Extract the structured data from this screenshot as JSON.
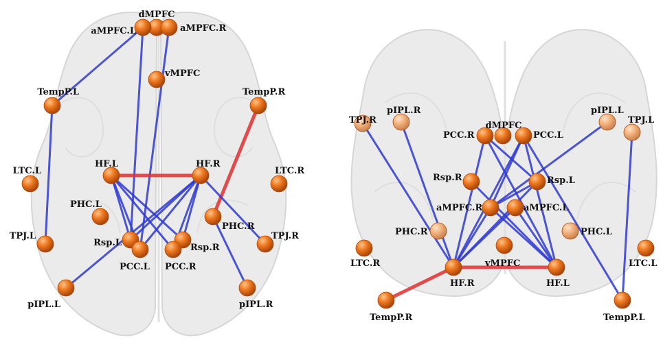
{
  "colors": {
    "node": "#e8741c",
    "node_dark": "#b24a08",
    "node_light": "#ffb56b",
    "edge_negative": "#2f3ad0",
    "edge_positive": "#e03030",
    "brain_fill": "#d9d9d9",
    "brain_stroke": "#b8b8b8"
  },
  "panels": [
    {
      "id": "axial",
      "nodes": [
        {
          "id": "dMPFC",
          "label": "dMPFC"
        },
        {
          "id": "aMPFC.L",
          "label": "aMPFC.L"
        },
        {
          "id": "aMPFC.R",
          "label": "aMPFC.R"
        },
        {
          "id": "vMPFC",
          "label": "vMPFC"
        },
        {
          "id": "TempP.L",
          "label": "TempP.L"
        },
        {
          "id": "TempP.R",
          "label": "TempP.R"
        },
        {
          "id": "HF.L",
          "label": "HF.L"
        },
        {
          "id": "HF.R",
          "label": "HF.R"
        },
        {
          "id": "LTC.L",
          "label": "LTC.L"
        },
        {
          "id": "LTC.R",
          "label": "LTC.R"
        },
        {
          "id": "PHC.L",
          "label": "PHC.L"
        },
        {
          "id": "PHC.R",
          "label": "PHC.R"
        },
        {
          "id": "TPJ.L",
          "label": "TPJ.L"
        },
        {
          "id": "TPJ.R",
          "label": "TPJ.R"
        },
        {
          "id": "Rsp.L",
          "label": "Rsp.L"
        },
        {
          "id": "Rsp.R",
          "label": "Rsp.R"
        },
        {
          "id": "PCC.L",
          "label": "PCC.L"
        },
        {
          "id": "PCC.R",
          "label": "PCC.R"
        },
        {
          "id": "pIPL.L",
          "label": "pIPL.L"
        },
        {
          "id": "pIPL.R",
          "label": "pIPL.R"
        }
      ],
      "edges": [
        {
          "from": "aMPFC.L",
          "to": "TempP.L",
          "sign": "negative"
        },
        {
          "from": "aMPFC.L",
          "to": "Rsp.L",
          "sign": "negative"
        },
        {
          "from": "aMPFC.R",
          "to": "PCC.L",
          "sign": "negative"
        },
        {
          "from": "TempP.L",
          "to": "TPJ.L",
          "sign": "negative"
        },
        {
          "from": "TempP.R",
          "to": "PHC.R",
          "sign": "positive"
        },
        {
          "from": "HF.L",
          "to": "HF.R",
          "sign": "positive"
        },
        {
          "from": "HF.L",
          "to": "Rsp.L",
          "sign": "negative"
        },
        {
          "from": "HF.L",
          "to": "PCC.L",
          "sign": "negative"
        },
        {
          "from": "HF.L",
          "to": "PCC.R",
          "sign": "negative"
        },
        {
          "from": "HF.L",
          "to": "Rsp.R",
          "sign": "negative"
        },
        {
          "from": "HF.R",
          "to": "Rsp.L",
          "sign": "negative"
        },
        {
          "from": "HF.R",
          "to": "PCC.L",
          "sign": "negative"
        },
        {
          "from": "HF.R",
          "to": "PCC.R",
          "sign": "negative"
        },
        {
          "from": "HF.R",
          "to": "Rsp.R",
          "sign": "negative"
        },
        {
          "from": "HF.R",
          "to": "TPJ.R",
          "sign": "negative"
        },
        {
          "from": "HF.R",
          "to": "pIPL.L",
          "sign": "negative"
        },
        {
          "from": "PHC.R",
          "to": "pIPL.R",
          "sign": "negative"
        }
      ]
    },
    {
      "id": "coronal",
      "nodes": [
        {
          "id": "TPJ.R",
          "label": "TPJ.R"
        },
        {
          "id": "pIPL.R",
          "label": "pIPL.R"
        },
        {
          "id": "PCC.R",
          "label": "PCC.R"
        },
        {
          "id": "dMPFC",
          "label": "dMPFC"
        },
        {
          "id": "PCC.L",
          "label": "PCC.L"
        },
        {
          "id": "pIPL.L",
          "label": "pIPL.L"
        },
        {
          "id": "TPJ.L",
          "label": "TPJ.L"
        },
        {
          "id": "Rsp.R",
          "label": "Rsp.R"
        },
        {
          "id": "Rsp.L",
          "label": "Rsp.L"
        },
        {
          "id": "aMPFC.R",
          "label": "aMPFC.R"
        },
        {
          "id": "aMPFC.L",
          "label": "aMPFC.L"
        },
        {
          "id": "PHC.R",
          "label": "PHC.R"
        },
        {
          "id": "PHC.L",
          "label": "PHC.L"
        },
        {
          "id": "LTC.R",
          "label": "LTC.R"
        },
        {
          "id": "vMPFC",
          "label": "vMPFC"
        },
        {
          "id": "LTC.L",
          "label": "LTC.L"
        },
        {
          "id": "HF.R",
          "label": "HF.R"
        },
        {
          "id": "HF.L",
          "label": "HF.L"
        },
        {
          "id": "TempP.R",
          "label": "TempP.R"
        },
        {
          "id": "TempP.L",
          "label": "TempP.L"
        }
      ],
      "edges": [
        {
          "from": "HF.R",
          "to": "HF.L",
          "sign": "positive"
        },
        {
          "from": "HF.R",
          "to": "TempP.R",
          "sign": "positive"
        },
        {
          "from": "HF.R",
          "to": "TPJ.R",
          "sign": "negative"
        },
        {
          "from": "HF.R",
          "to": "pIPL.R",
          "sign": "negative"
        },
        {
          "from": "HF.R",
          "to": "PCC.R",
          "sign": "negative"
        },
        {
          "from": "HF.R",
          "to": "PCC.L",
          "sign": "negative"
        },
        {
          "from": "HF.R",
          "to": "Rsp.L",
          "sign": "negative"
        },
        {
          "from": "HF.R",
          "to": "aMPFC.R",
          "sign": "negative"
        },
        {
          "from": "HF.R",
          "to": "aMPFC.L",
          "sign": "negative"
        },
        {
          "from": "HF.L",
          "to": "PCC.R",
          "sign": "negative"
        },
        {
          "from": "HF.L",
          "to": "PCC.L",
          "sign": "negative"
        },
        {
          "from": "HF.L",
          "to": "aMPFC.R",
          "sign": "negative"
        },
        {
          "from": "HF.L",
          "to": "aMPFC.L",
          "sign": "negative"
        },
        {
          "from": "HF.L",
          "to": "Rsp.R",
          "sign": "negative"
        },
        {
          "from": "pIPL.L",
          "to": "aMPFC.R",
          "sign": "negative"
        },
        {
          "from": "TPJ.L",
          "to": "TempP.L",
          "sign": "negative"
        },
        {
          "from": "PCC.R",
          "to": "Rsp.L",
          "sign": "negative"
        },
        {
          "from": "PCC.L",
          "to": "aMPFC.R",
          "sign": "negative"
        },
        {
          "from": "PCC.L",
          "to": "TempP.L",
          "sign": "negative"
        },
        {
          "from": "Rsp.L",
          "to": "aMPFC.R",
          "sign": "negative"
        }
      ]
    }
  ]
}
